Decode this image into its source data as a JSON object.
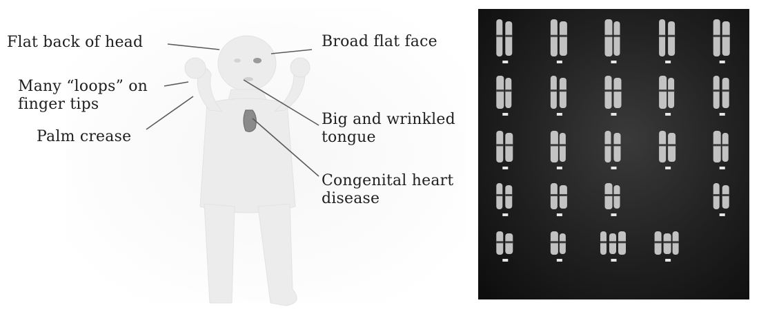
{
  "diagram": {
    "annotations": [
      {
        "id": "flat-back-of-head",
        "lines": [
          "Flat back of head"
        ]
      },
      {
        "id": "broad-flat-face",
        "lines": [
          "Broad flat face"
        ]
      },
      {
        "id": "loops-on-finger-tips",
        "lines": [
          "Many “loops” on",
          "finger tips"
        ]
      },
      {
        "id": "palm-crease",
        "lines": [
          "Palm crease"
        ]
      },
      {
        "id": "wrinkled-tongue",
        "lines": [
          "Big and wrinkled",
          "tongue"
        ]
      },
      {
        "id": "congenital-heart-disease",
        "lines": [
          "Congenital heart",
          "disease"
        ]
      }
    ],
    "karyotype": {
      "rows": [
        5,
        5,
        5,
        4,
        4
      ],
      "colors": {
        "background": "#151515",
        "chromosome": "#d8d8d8",
        "label": "#e6e6e6"
      }
    },
    "figure_colors": {
      "silhouette": "#ececec",
      "line": "#5a5a5a",
      "text": "#1f1f1f"
    }
  }
}
